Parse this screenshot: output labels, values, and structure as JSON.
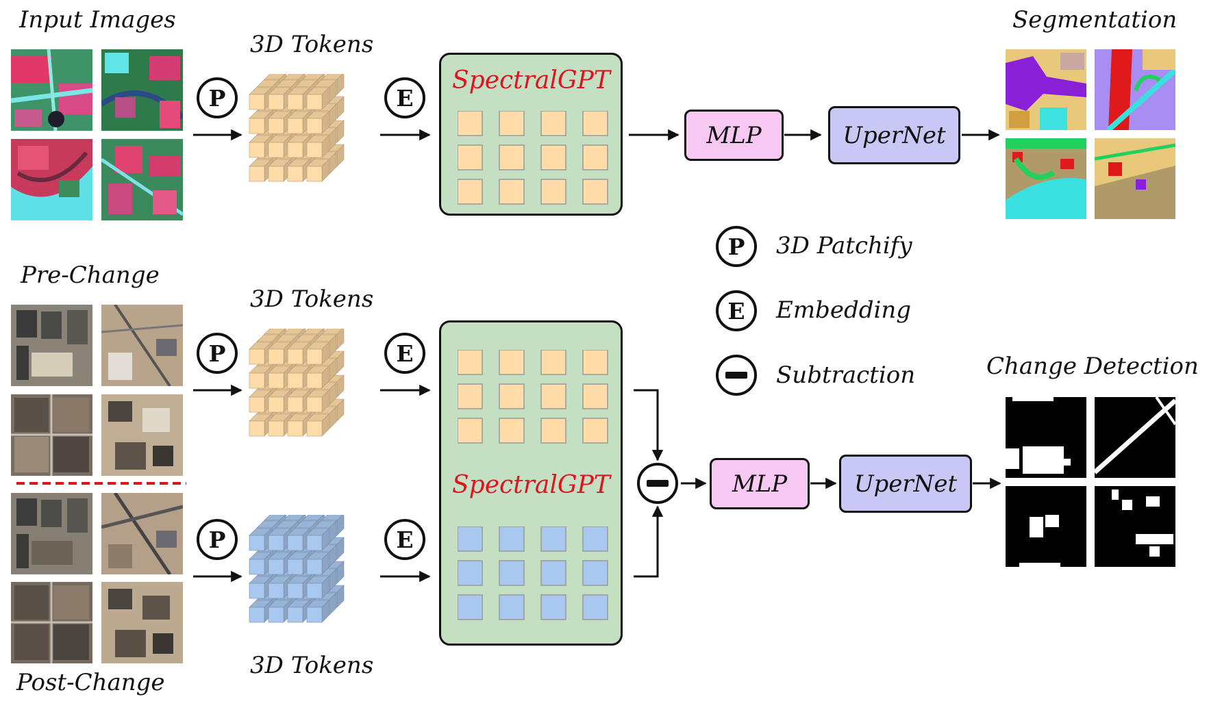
{
  "labels": {
    "input_images": "Input Images",
    "tokens_top": "3D Tokens",
    "segmentation": "Segmentation",
    "pre_change": "Pre-Change",
    "tokens_mid": "3D Tokens",
    "tokens_bottom": "3D Tokens",
    "post_change": "Post-Change",
    "change_detection": "Change Detection"
  },
  "model": {
    "name_top": "SpectralGPT",
    "name_bottom": "SpectralGPT"
  },
  "heads": {
    "mlp_top": "MLP",
    "upernet_top": "UperNet",
    "mlp_bottom": "MLP",
    "upernet_bottom": "UperNet"
  },
  "symbols": {
    "patchify": "P",
    "embedding": "E"
  },
  "legend": {
    "patchify_symbol": "P",
    "patchify": "3D Patchify",
    "embedding_symbol": "E",
    "embedding": "Embedding",
    "subtraction": "Subtraction"
  },
  "colors": {
    "gpt_fill": "#c4dfc2",
    "token_orange": "#ffdca8",
    "token_blue": "#a9c8ef",
    "mlp_fill": "#f6c8f2",
    "upernet_fill": "#c9c8f4",
    "model_name": "#e0141e",
    "divider": "#e0141e"
  }
}
